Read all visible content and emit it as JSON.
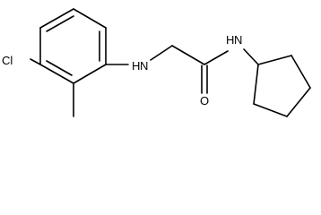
{
  "molecule": {
    "atoms": {
      "cl": "Cl",
      "nh_amine": "H",
      "n_amine": "N",
      "o": "O",
      "nh_amide_h": "H",
      "n_amide": "N"
    },
    "colors": {
      "bond": "#000000",
      "label": "#000000",
      "background": "#ffffff"
    }
  }
}
